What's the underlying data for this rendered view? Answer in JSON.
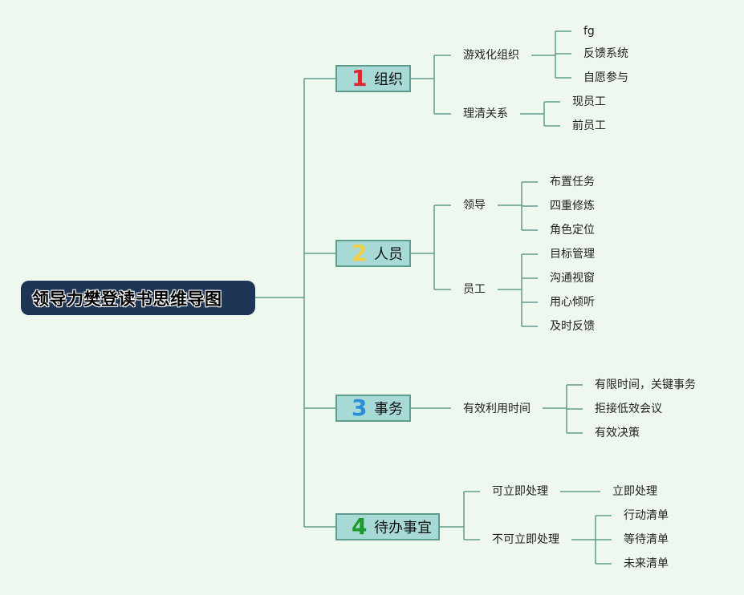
{
  "root": {
    "title": "领导力樊登读书思维导图"
  },
  "topics": [
    {
      "number": "1",
      "label": "组织",
      "number_color": "#e0262e",
      "subs": [
        {
          "label": "游戏化组织",
          "leaves": [
            "fg",
            "反馈系统",
            "自愿参与"
          ]
        },
        {
          "label": "理清关系",
          "leaves": [
            "现员工",
            "前员工"
          ]
        }
      ]
    },
    {
      "number": "2",
      "label": "人员",
      "number_color": "#f3d24a",
      "subs": [
        {
          "label": "领导",
          "leaves": [
            "布置任务",
            "四重修炼",
            "角色定位"
          ]
        },
        {
          "label": "员工",
          "leaves": [
            "目标管理",
            "沟通视窗",
            "用心倾听",
            "及时反馈"
          ]
        }
      ]
    },
    {
      "number": "3",
      "label": "事务",
      "number_color": "#2a8fd6",
      "subs": [
        {
          "label": "有效利用时间",
          "leaves": [
            "有限时间，关键事务",
            "拒接低效会议",
            "有效决策"
          ]
        }
      ]
    },
    {
      "number": "4",
      "label": "待办事宜",
      "number_color": "#1f9a2e",
      "subs": [
        {
          "label": "可立即处理",
          "leaves": [
            "立即处理"
          ]
        },
        {
          "label": "不可立即处理",
          "leaves": [
            "行动清单",
            "等待清单",
            "未来清单"
          ]
        }
      ]
    }
  ],
  "colors": {
    "background": "#eef8ee",
    "line": "#5e9c8c",
    "root_fill": "#1e3556",
    "topic_fill": "#a7d9d6"
  }
}
